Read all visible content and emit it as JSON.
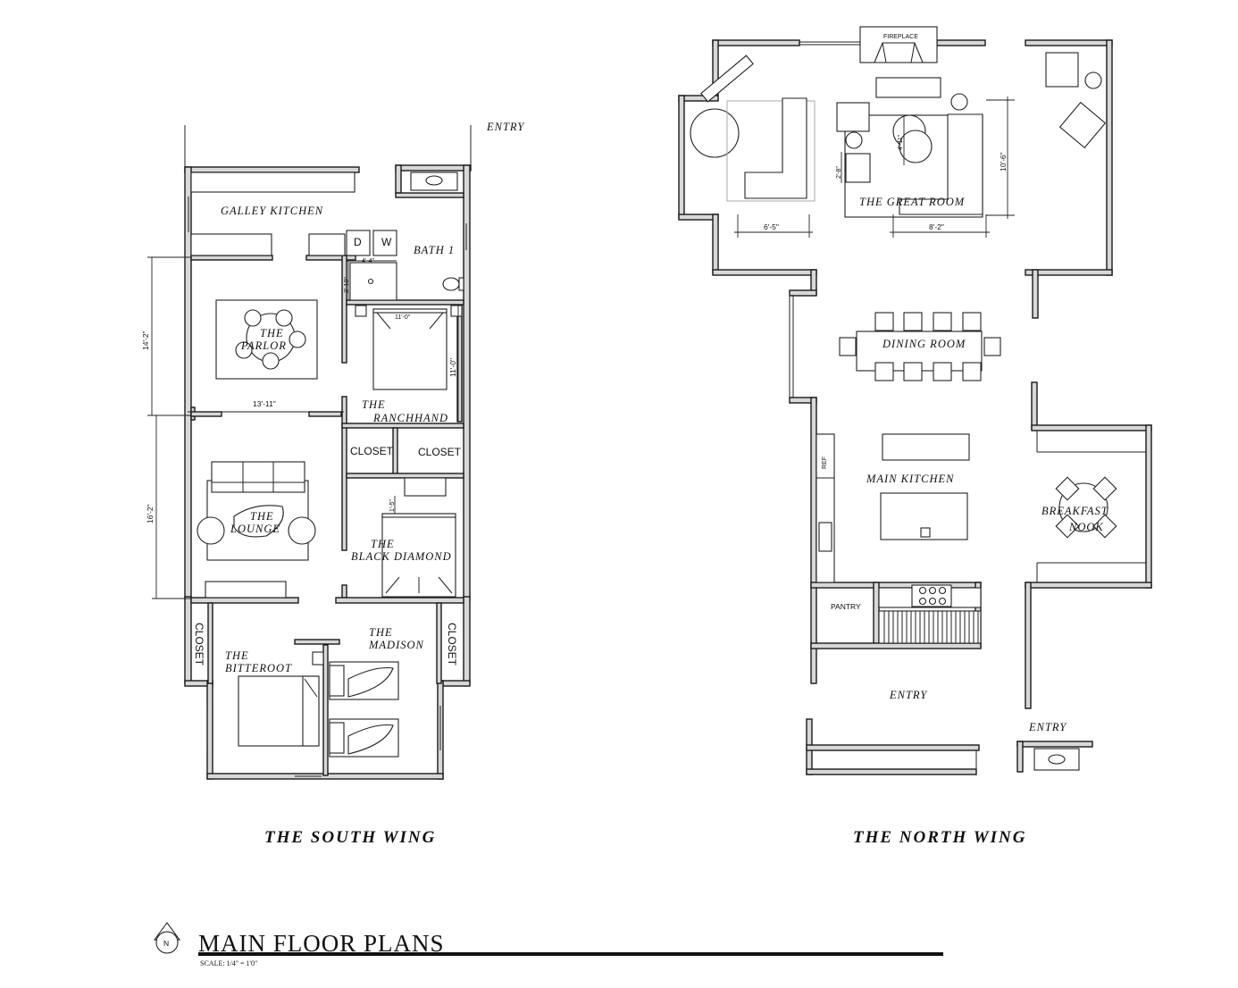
{
  "title": {
    "main": "MAIN FLOOR PLANS",
    "scale": "SCALE: 1/4\" = 1'0\"",
    "north": "N"
  },
  "south_wing": {
    "label": "THE SOUTH WING",
    "entry": "ENTRY",
    "rooms": {
      "galley_kitchen": "GALLEY KITCHEN",
      "bath1": "BATH 1",
      "parlor_1": "THE",
      "parlor_2": "PARLOR",
      "ranchhand_1": "THE",
      "ranchhand_2": "RANCHHAND",
      "lounge_1": "THE",
      "lounge_2": "LOUNGE",
      "black_diamond_1": "THE",
      "black_diamond_2": "BLACK DIAMOND",
      "bitteroot_1": "THE",
      "bitteroot_2": "BITTEROOT",
      "madison_1": "THE",
      "madison_2": "MADISON"
    },
    "labels": {
      "closet_a": "CLOSET",
      "closet_b": "CLOSET",
      "closet_c": "CLOSET",
      "closet_d": "CLOSET",
      "dryer": "D",
      "washer": "W"
    },
    "dimensions": {
      "d1": "14'-2\"",
      "d2": "16'-2\"",
      "d3": "13'-11\"",
      "d4": "11'-0\"",
      "d5": "11'-0\"",
      "d6": "4'-4\"",
      "d7": "3'-10\"",
      "d8": "1'-5\""
    }
  },
  "north_wing": {
    "label": "THE NORTH WING",
    "entry_1": "ENTRY",
    "entry_2": "ENTRY",
    "rooms": {
      "great_room": "THE GREAT ROOM",
      "dining_room": "DINING ROOM",
      "main_kitchen": "MAIN KITCHEN",
      "breakfast_1": "BREAKFAST",
      "breakfast_2": "NOOK"
    },
    "labels": {
      "fireplace": "FIREPLACE",
      "ref": "REF",
      "pantry": "PANTRY"
    },
    "dimensions": {
      "d1": "6'-5\"",
      "d2": "8'-2\"",
      "d3": "10'-6\"",
      "d4": "4'-11\"",
      "d5": "2'-8\""
    }
  }
}
